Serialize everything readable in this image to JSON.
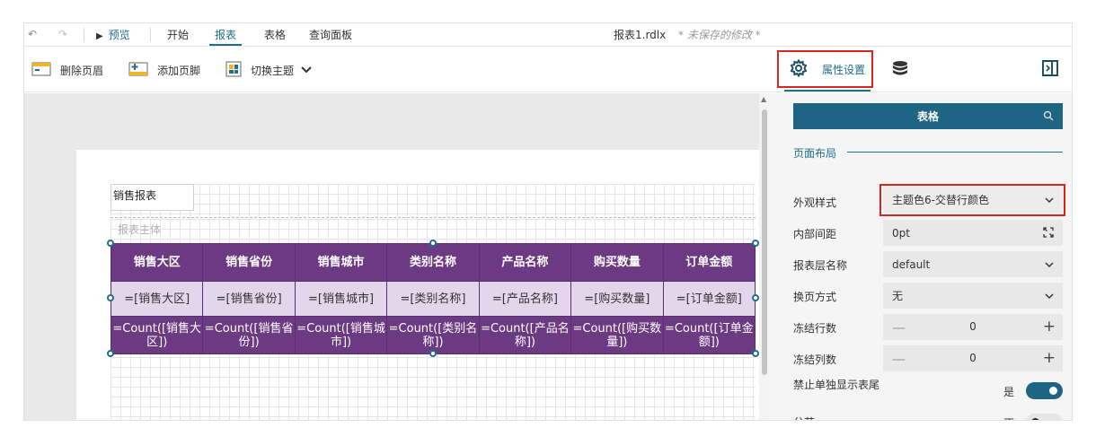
{
  "topbar": {
    "undo_icon": "undo-icon",
    "redo_icon": "redo-icon",
    "preview_label": "预览",
    "menus": [
      "开始",
      "报表",
      "表格",
      "查询面板"
    ],
    "active_menu": "报表",
    "doc_title": "报表1.rdlx",
    "unsaved_note": "* 未保存的修改 *"
  },
  "toolbar": {
    "delete_header": "删除页眉",
    "add_footer": "添加页脚",
    "switch_theme": "切换主题",
    "property_settings": "属性设置",
    "database_icon": "database-icon",
    "panel_toggle_icon": "panel-toggle-icon"
  },
  "canvas": {
    "report_title": "销售报表",
    "body_label": "报表主体",
    "table": {
      "headers": [
        "销售大区",
        "销售省份",
        "销售城市",
        "类别名称",
        "产品名称",
        "购买数量",
        "订单金额"
      ],
      "details": [
        "=[销售大区]",
        "=[销售省份]",
        "=[销售城市]",
        "=[类别名称]",
        "=[产品名称]",
        "=[购买数量]",
        "=[订单金额]"
      ],
      "totals": [
        "=Count([销售大区])",
        "=Count([销售省份])",
        "=Count([销售城市])",
        "=Count([类别名称])",
        "=Count([产品名称])",
        "=Count([购买数量])",
        "=Count([订单金额])"
      ]
    }
  },
  "panel": {
    "search_title": "表格",
    "section": "页面布局",
    "appearance_label": "外观样式",
    "appearance_value": "主题色6-交替行颜色",
    "padding_label": "内部间距",
    "padding_value": "0pt",
    "layer_label": "报表层名称",
    "layer_value": "default",
    "pagebreak_label": "换页方式",
    "pagebreak_value": "无",
    "freeze_rows_label": "冻结行数",
    "freeze_rows_value": "0",
    "freeze_cols_label": "冻结列数",
    "freeze_cols_value": "0",
    "no_footer_label": "禁止单独显示表尾",
    "no_footer_state": "是",
    "section_label": "分节",
    "section_state": "否"
  },
  "colors": {
    "accent": "#1d6583",
    "table_header": "#6c3a83",
    "table_detail": "#e4d6ea",
    "highlight": "#d9251c"
  }
}
